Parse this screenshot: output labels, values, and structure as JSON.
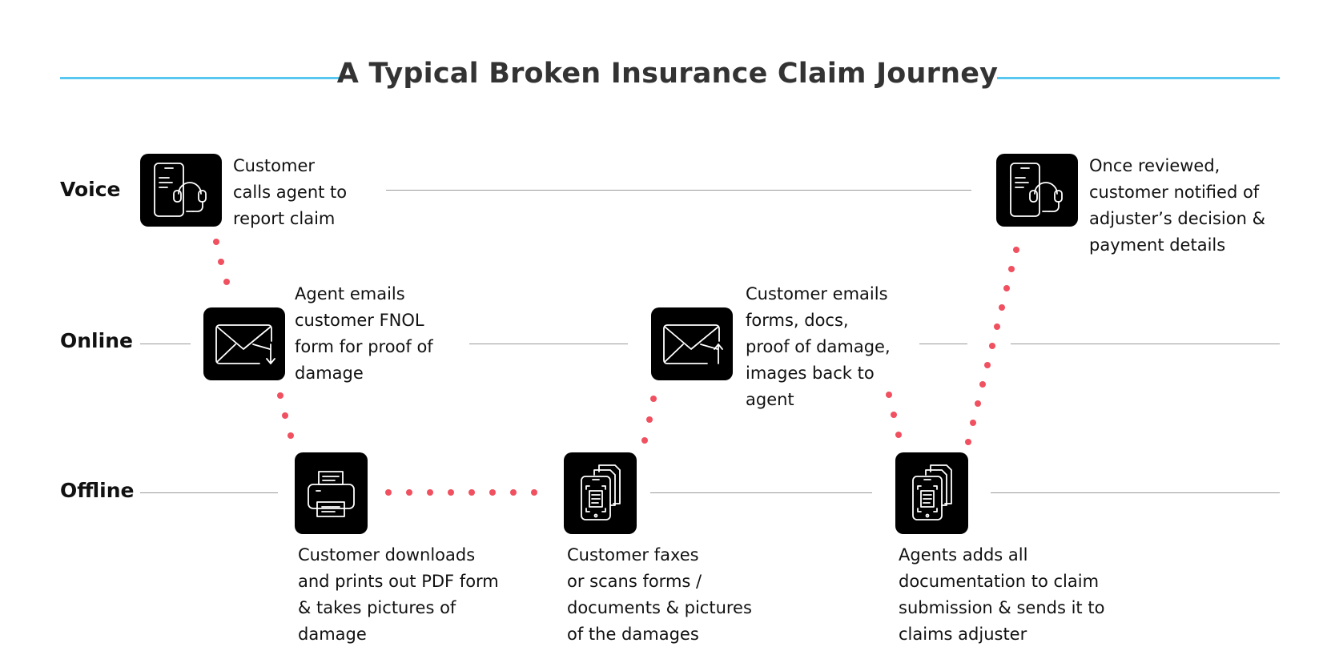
{
  "title": "A Typical Broken Insurance Claim Journey",
  "rows": {
    "voice": "Voice",
    "online": "Online",
    "offline": "Offline"
  },
  "steps": {
    "call_agent": [
      "Customer",
      "calls agent to",
      "report claim"
    ],
    "agent_emails": [
      "Agent emails",
      "customer FNOL",
      "form for proof of",
      "damage"
    ],
    "download_print": [
      "Customer downloads",
      "and prints out PDF form",
      "& takes pictures of",
      "damage"
    ],
    "fax_scan": [
      "Customer faxes",
      "or scans forms /",
      "documents & pictures",
      "of the damages"
    ],
    "customer_emails": [
      "Customer emails",
      "forms, docs,",
      "proof of damage,",
      "images back to",
      "agent"
    ],
    "agent_adds": [
      "Agents adds all",
      "documentation to claim",
      "submission & sends it to",
      "claims adjuster"
    ],
    "notified": [
      "Once reviewed,",
      "customer notified of",
      "adjuster’s decision &",
      "payment details"
    ]
  },
  "icons": {
    "phone_headset": "phone-headset-icon",
    "email_down": "email-download-icon",
    "email_up": "email-upload-icon",
    "printer": "printer-icon",
    "scan_docs": "scan-documents-icon"
  },
  "colors": {
    "accent_rule": "#58c8f0",
    "dots": "#f0505f",
    "tile": "#000000",
    "title": "#333333"
  }
}
